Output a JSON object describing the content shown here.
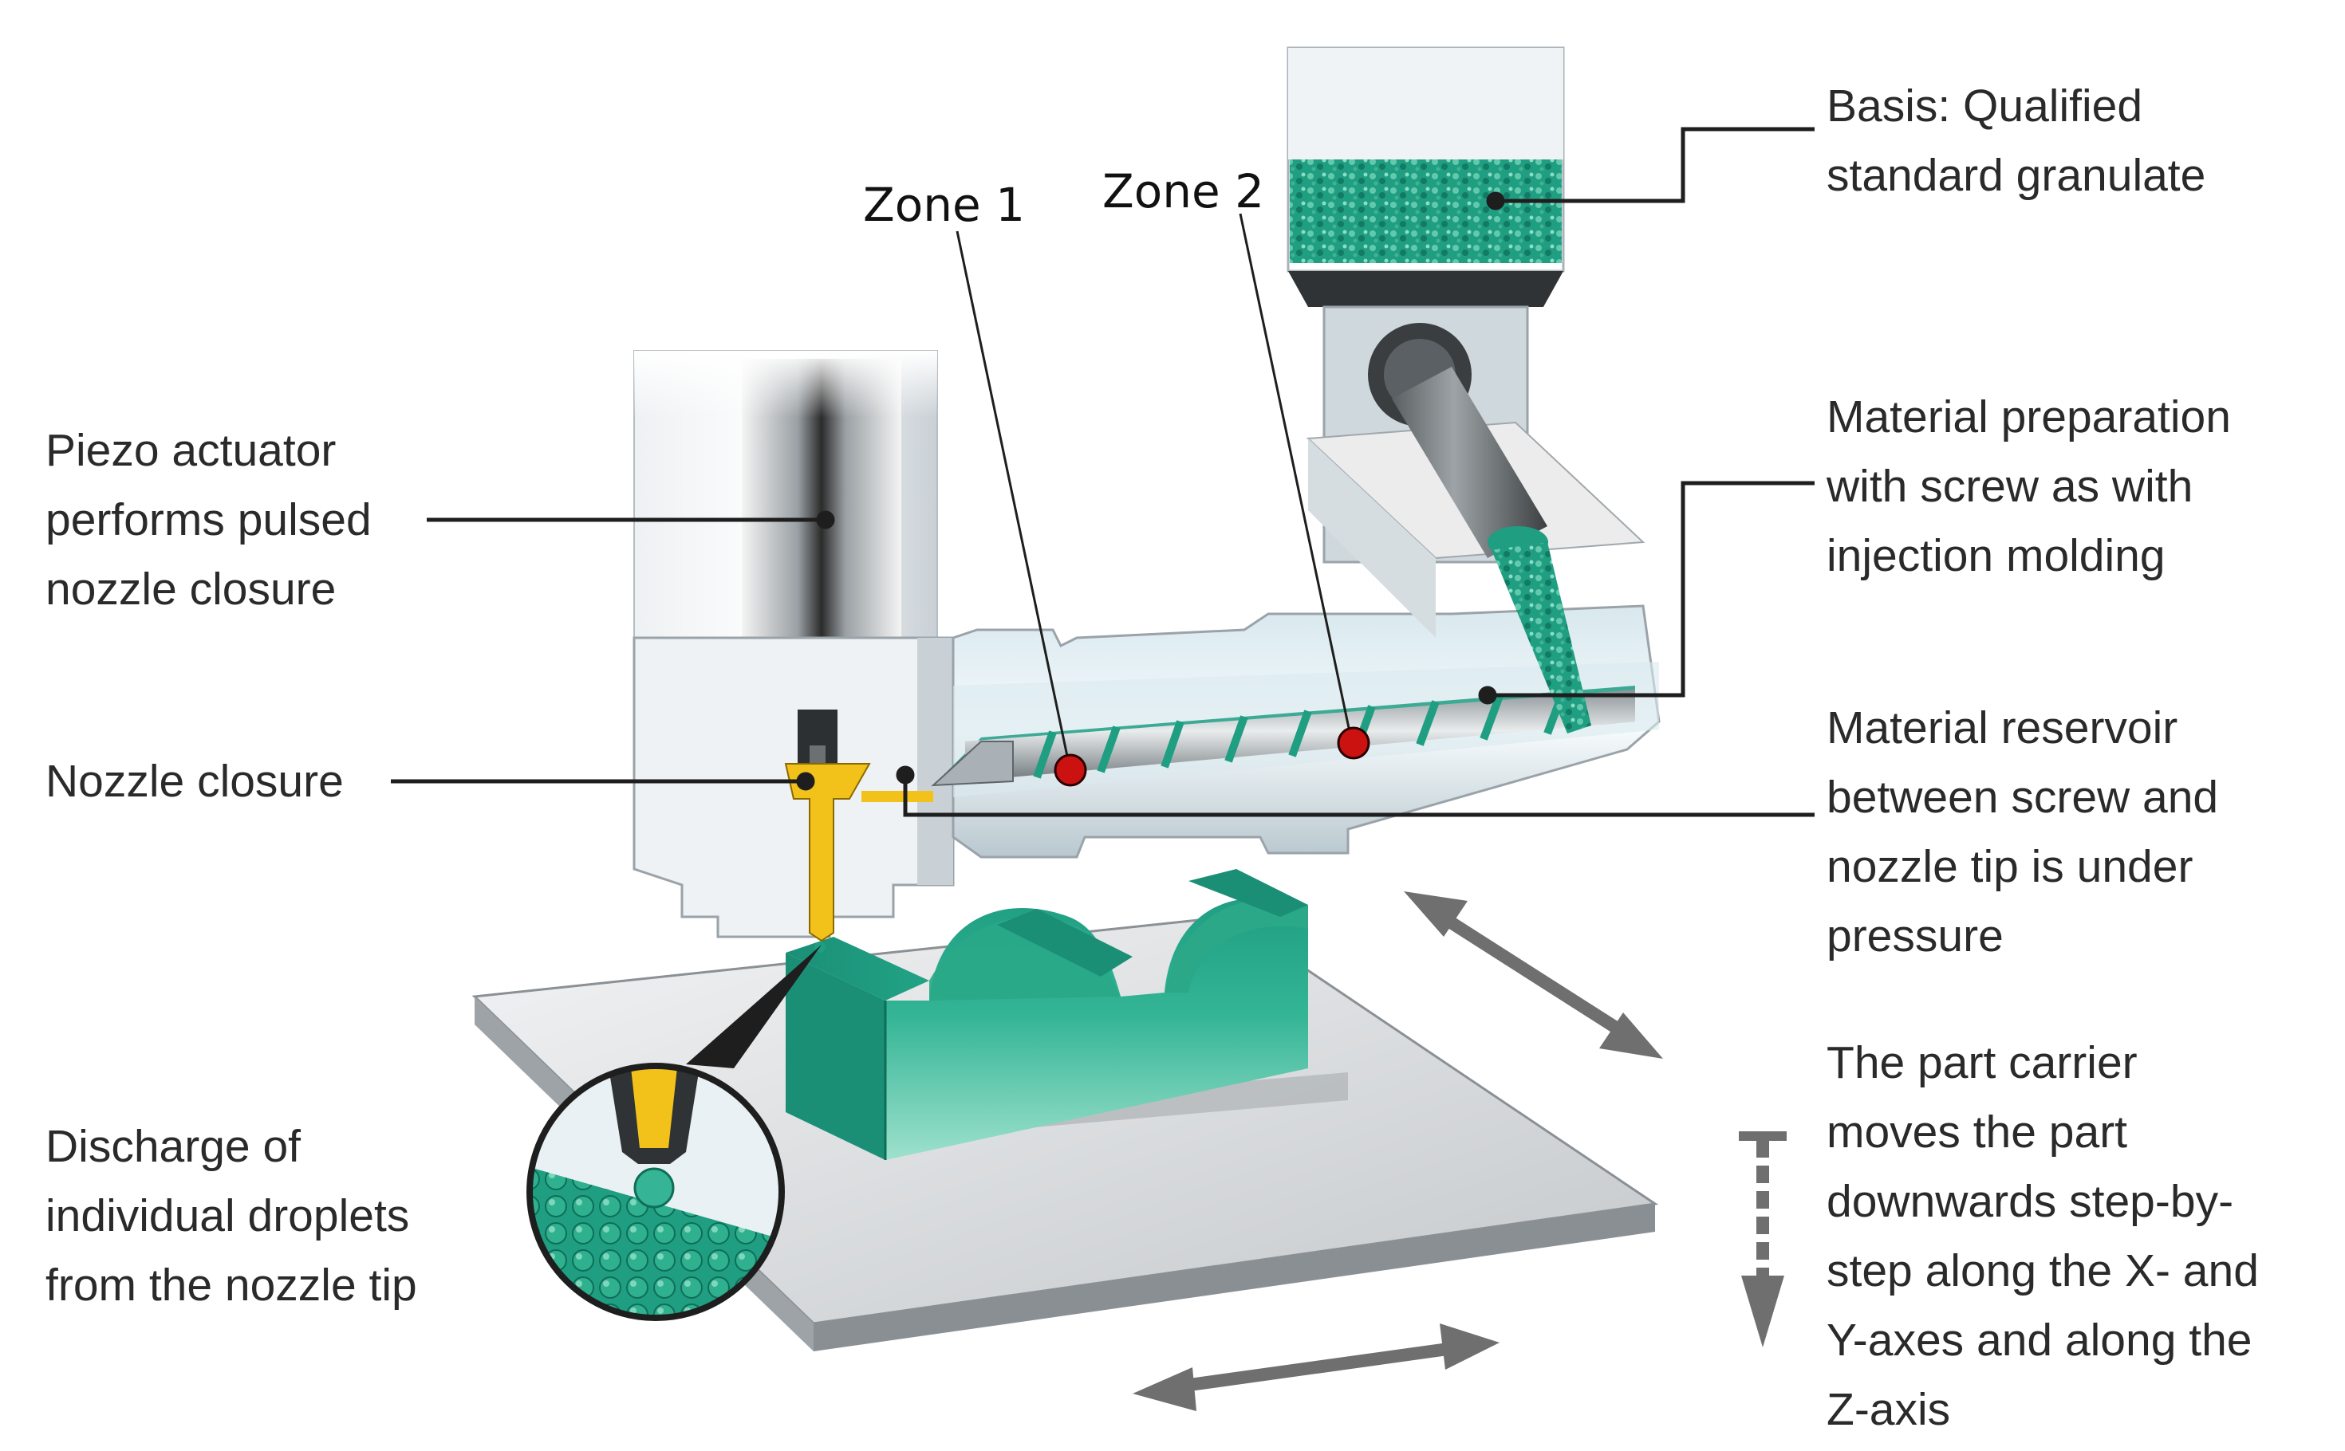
{
  "zones": {
    "zone1": "Zone 1",
    "zone2": "Zone 2"
  },
  "labels": {
    "granulate": [
      "Basis: Qualified",
      "standard granulate"
    ],
    "piezo": [
      "Piezo actuator",
      "performs pulsed",
      "nozzle closure"
    ],
    "material_prep": [
      "Material preparation",
      "with screw as with",
      "injection molding"
    ],
    "nozzle_closure": [
      "Nozzle closure"
    ],
    "reservoir": [
      "Material reservoir",
      "between screw and",
      "nozzle tip is under",
      "pressure"
    ],
    "discharge": [
      "Discharge of",
      "individual droplets",
      "from the nozzle tip"
    ],
    "carrier": [
      "The part carrier",
      "moves the part",
      "downwards step-by-",
      "step along the X- and",
      "Y-axes and along the",
      "Z-axis"
    ]
  },
  "colors": {
    "material_green": "#1f9e82",
    "zone_marker_red": "#cc1111",
    "nozzle_yellow": "#f2c21b",
    "steel": "#c7ced4"
  },
  "icons": [
    "double-arrow-icon",
    "dashed-down-arrow-icon"
  ]
}
